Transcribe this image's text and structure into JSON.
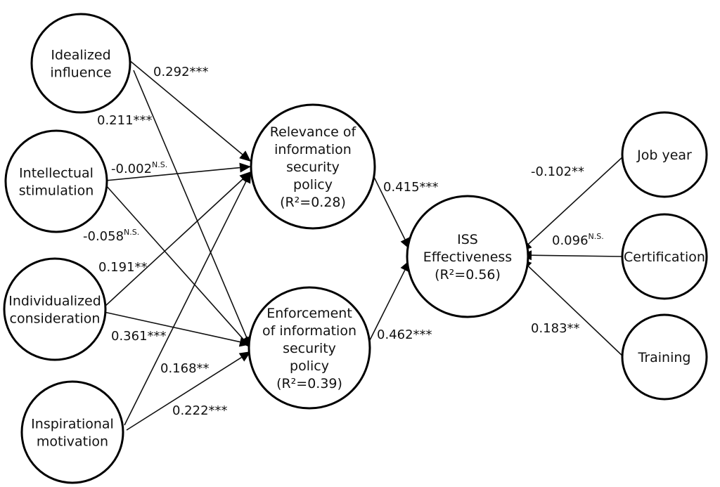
{
  "nodes": [
    {
      "id": "idealized",
      "lines": [
        "Idealized",
        "influence"
      ]
    },
    {
      "id": "intellectual",
      "lines": [
        "Intellectual",
        "stimulation"
      ]
    },
    {
      "id": "individualized",
      "lines": [
        "Individualized",
        "consideration"
      ]
    },
    {
      "id": "inspirational",
      "lines": [
        "Inspirational",
        "motivation"
      ]
    },
    {
      "id": "relevance",
      "lines": [
        "Relevance of",
        "information",
        "security",
        "policy",
        "(R²=0.28)"
      ]
    },
    {
      "id": "enforcement",
      "lines": [
        "Enforcement",
        "of information",
        "security",
        "policy",
        "(R²=0.39)"
      ]
    },
    {
      "id": "iss",
      "lines": [
        "ISS",
        "Effectiveness",
        "(R²=0.56)"
      ]
    },
    {
      "id": "jobyear",
      "lines": [
        "Job year"
      ]
    },
    {
      "id": "certification",
      "lines": [
        "Certification"
      ]
    },
    {
      "id": "training",
      "lines": [
        "Training"
      ]
    }
  ],
  "edges": [
    {
      "id": "e1",
      "from": "idealized",
      "to": "relevance",
      "coef": "0.292",
      "sig": "***",
      "sup": false
    },
    {
      "id": "e2",
      "from": "idealized",
      "to": "enforcement",
      "coef": "0.211",
      "sig": "***",
      "sup": false
    },
    {
      "id": "e3",
      "from": "intellectual",
      "to": "relevance",
      "coef": "-0.002",
      "sig": "N.S.",
      "sup": true
    },
    {
      "id": "e4",
      "from": "intellectual",
      "to": "enforcement",
      "coef": "-0.058",
      "sig": "N.S.",
      "sup": true
    },
    {
      "id": "e5",
      "from": "individualized",
      "to": "relevance",
      "coef": "0.191",
      "sig": "**",
      "sup": false
    },
    {
      "id": "e6",
      "from": "individualized",
      "to": "enforcement",
      "coef": "0.361",
      "sig": "***",
      "sup": false
    },
    {
      "id": "e7",
      "from": "inspirational",
      "to": "relevance",
      "coef": "0.168",
      "sig": "**",
      "sup": false
    },
    {
      "id": "e8",
      "from": "inspirational",
      "to": "enforcement",
      "coef": "0.222",
      "sig": "***",
      "sup": false
    },
    {
      "id": "e9",
      "from": "relevance",
      "to": "iss",
      "coef": "0.415",
      "sig": "***",
      "sup": false
    },
    {
      "id": "e10",
      "from": "enforcement",
      "to": "iss",
      "coef": "0.462",
      "sig": "***",
      "sup": false
    },
    {
      "id": "e11",
      "from": "jobyear",
      "to": "iss",
      "coef": "-0.102",
      "sig": "**",
      "sup": false
    },
    {
      "id": "e12",
      "from": "certification",
      "to": "iss",
      "coef": "0.096",
      "sig": "N.S.",
      "sup": true
    },
    {
      "id": "e13",
      "from": "training",
      "to": "iss",
      "coef": "0.183",
      "sig": "**",
      "sup": false
    }
  ]
}
